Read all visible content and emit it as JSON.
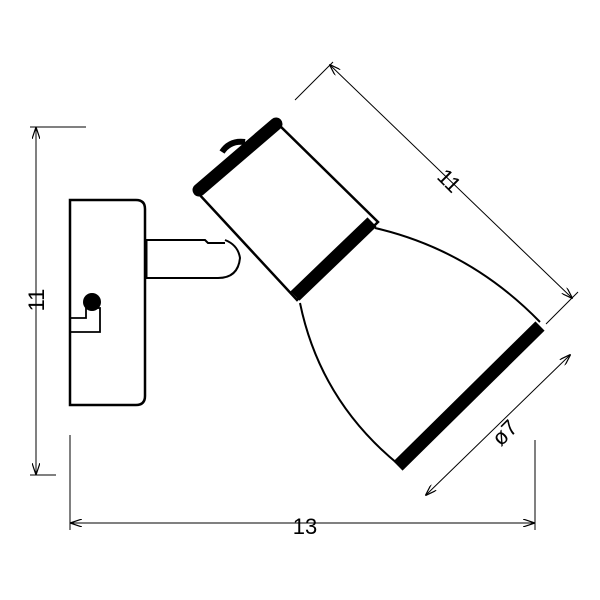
{
  "diagram": {
    "dimensions": {
      "height_label": "11",
      "shade_length_label": "11",
      "width_label": "13",
      "diameter_label": "ø7"
    },
    "colors": {
      "line": "#000000",
      "background": "#ffffff"
    }
  }
}
